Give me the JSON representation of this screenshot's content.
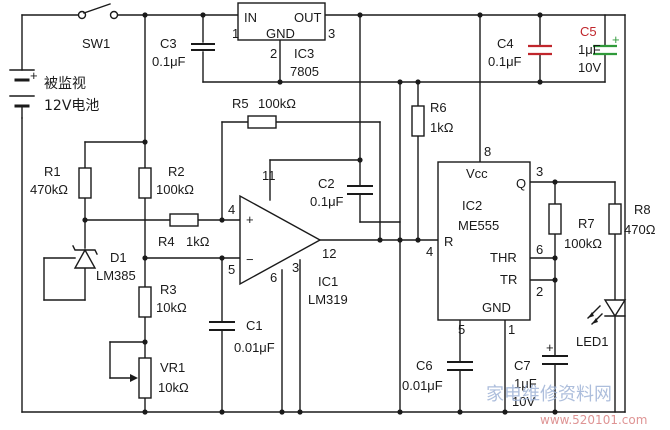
{
  "labels": {
    "sw1": "SW1",
    "battery_plus": "+",
    "battery_line1": "被监视",
    "battery_line2": "12V电池",
    "c3_name": "C3",
    "c3_val": "0.1μF",
    "ic3_in": "IN",
    "ic3_out": "OUT",
    "ic3_gnd": "GND",
    "ic3_pin1": "1",
    "ic3_pin2": "2",
    "ic3_pin3": "3",
    "ic3_name": "IC3",
    "ic3_part": "7805",
    "c4_name": "C4",
    "c4_val": "0.1μF",
    "c5_name": "C5",
    "c5_val": "1μF",
    "c5_volt": "10V",
    "c5_plus": "+",
    "r5_name": "R5",
    "r5_val": "100kΩ",
    "r6_name": "R6",
    "r6_val": "1kΩ",
    "r1_name": "R1",
    "r1_val": "470kΩ",
    "r2_name": "R2",
    "r2_val": "100kΩ",
    "pin11": "11",
    "c2_name": "C2",
    "c2_val": "0.1μF",
    "ic2_vcc": "Vcc",
    "ic2_pin8": "8",
    "ic2_q": "Q",
    "ic2_pin3": "3",
    "ic2_name": "IC2",
    "ic2_part": "ME555",
    "ic2_r": "R",
    "ic2_pin4": "4",
    "ic2_thr": "THR",
    "ic2_pin6": "6",
    "ic2_tr": "TR",
    "ic2_pin2": "2",
    "ic2_gnd": "GND",
    "ic2_pin5": "5",
    "ic2_pin1": "1",
    "r7_name": "R7",
    "r7_val": "100kΩ",
    "r8_name": "R8",
    "r8_val": "470Ω",
    "op_plus": "+",
    "op_minus": "−",
    "pin4": "4",
    "pin5": "5",
    "pin12": "12",
    "pin3": "3",
    "pin6": "6",
    "r4_name": "R4",
    "r4_val": "1kΩ",
    "d1_name": "D1",
    "d1_part": "LM385",
    "ic1_name": "IC1",
    "ic1_part": "LM319",
    "r3_name": "R3",
    "r3_val": "10kΩ",
    "c1_name": "C1",
    "c1_val": "0.01μF",
    "vr1_name": "VR1",
    "vr1_val": "10kΩ",
    "c6_name": "C6",
    "c6_val": "0.01μF",
    "c7_name": "C7",
    "c7_val": "1μF",
    "c7_volt": "10V",
    "c7_plus": "+",
    "led1_name": "LED1",
    "watermark": "家电维修资料网",
    "watermark_url": "www.520101.com"
  },
  "colors": {
    "wire": "#1a1a1a",
    "c4_plates": "#c0262c",
    "c5_plates": "#2f9a3a"
  }
}
